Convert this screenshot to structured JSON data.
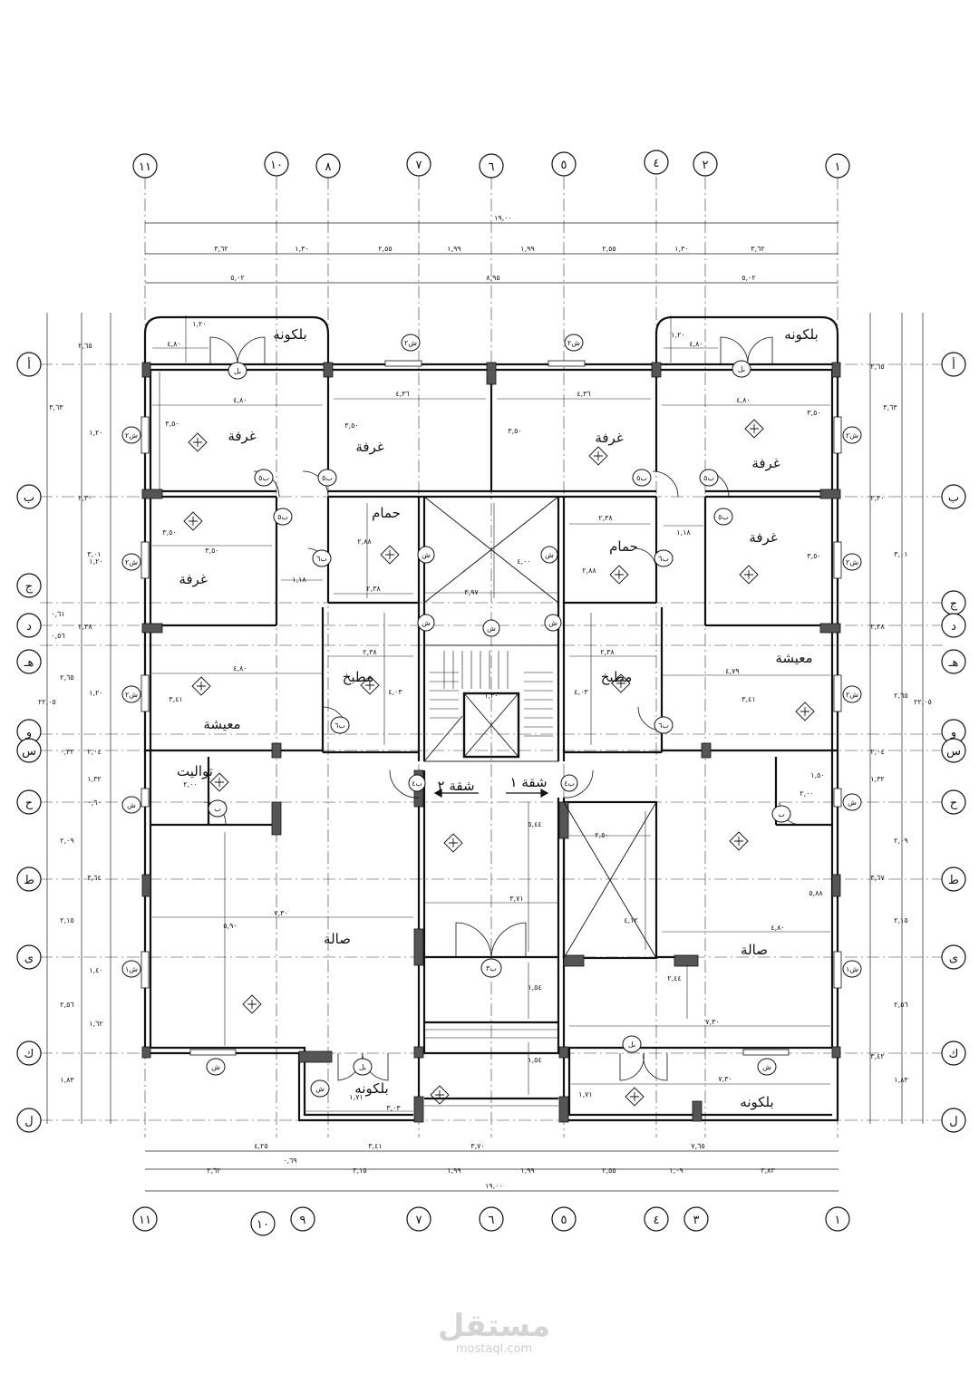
{
  "grid": {
    "top": [
      "١١",
      "١٠",
      "٨",
      "٧",
      "٦",
      "٥",
      "٤",
      "٢",
      "١"
    ],
    "bottom": [
      "١١",
      "١٠",
      "٩",
      "٧",
      "٦",
      "٥",
      "٤",
      "٣",
      "١"
    ],
    "sides": [
      "أ",
      "ب",
      "ج",
      "د",
      "هـ",
      "و",
      "س",
      "ح",
      "ط",
      "ى",
      "ك",
      "ل"
    ]
  },
  "dims": {
    "overall_top": "١٩,٠٠",
    "row1": [
      "٣,٦٢",
      "١,٣٠",
      "٢,٥٥",
      "١,٩٩",
      "١,٩٩",
      "٢,٥٥",
      "١,٣٠",
      "٣,٦٢"
    ],
    "row2": [
      "٥,٠٢",
      "٨,٩٥",
      "٥,٠٢"
    ],
    "bottom_row1": [
      "٤,٢٥",
      "٣,٤١",
      "٣,٧٠",
      "٧,٦٥"
    ],
    "bottom_row2": [
      "٣,٦٢",
      "٣,١٥",
      "١,٩٩",
      "١,٩٩",
      "٢,٥٥",
      "١,٠٩",
      "٣,٨٣"
    ],
    "bottom_small": "٠,٦٩",
    "overall_bottom": "١٩,٠٠",
    "left_col": [
      "٢,٦٥",
      "٢,٣٠",
      "٢,٣٨",
      "٢,٦٥",
      "٢,٠٤",
      "١,٣٢",
      "٢,٠٩",
      "٢,١٥",
      "٢,٥٦",
      "١,٨٣"
    ],
    "left_col_b": [
      "٣,٦٣",
      "٣,٠١",
      "٣,٦٤"
    ],
    "left_small": [
      "٠,٦١",
      "٠,٥٦",
      "٠,٣٢",
      "٠,٦٠"
    ],
    "left_inner": [
      "١,٢٠",
      "١,٢٠",
      "١,٢٠",
      "١,٤٠",
      "١,٦٢"
    ],
    "left_total": "٢٢,٠٥",
    "right_col": [
      "٢,٦٥",
      "٢,٣٠",
      "٢,٣٨",
      "٢,٦٥",
      "٢,٠٤",
      "١,٣٢",
      "٢,٠٩",
      "٢,١٥",
      "٢,٥٦",
      "١,٨٣"
    ],
    "right_col_b": [
      "٣,٦٣",
      "٣,٠١",
      "٣,٦٧",
      "٣,٤٢"
    ],
    "right_total": "٢٢,٠٥"
  },
  "rooms": {
    "balcony": "بلكونه",
    "room": "غرفة",
    "bath": "حمام",
    "kitchen": "مطبخ",
    "living": "معيشة",
    "toilet": "تواليت",
    "hall": "صالة",
    "apt1": "شقة ١",
    "apt2": "شقة ٢"
  },
  "room_dims": {
    "balc_w": "٤,٨٠",
    "balc_d": "١,٢٠",
    "room_w": "٤,٨٠",
    "room_d": "٣,٥٠",
    "room2_w": "٤,٣٦",
    "room2_d": "٣,٥٠",
    "room3_w": "٣,٥٠",
    "bath_w": "٢,٣٨",
    "bath_d": "٢,٨٨",
    "corr": "١,١٨",
    "stair_w": "٣,٩٧",
    "stair_d": "٤,٠٠",
    "kit_w": "٢,٣٨",
    "kit_d": "٤,٠٣",
    "liv_w": "٤,٨٠",
    "liv_w2": "٤,٧٩",
    "liv_d": "٣,٤١",
    "elev": "١,٣٠",
    "toilet_w": "٢,٠٠",
    "toilet_d": "١,٥٠",
    "lobby_d": "٥,٤٤",
    "hall_w": "٧,٣٠",
    "hall_d": "٥,٩٠",
    "hall_d2": "٥,٨٨",
    "lobby_w": "٣,٧١",
    "shaft_w": "٢,٥٠",
    "shaft_d": "٤,١٢",
    "entry_d": "١,٥٤",
    "entry_d2": "١,٥٤",
    "r_hall_w": "٤,٨٠",
    "r_hall_2": "٢,٤٤",
    "r_hall_w2": "٧,٣٠",
    "balc2_w": "١,٧١",
    "balc2_d": "٣,٠٣",
    "balc3_w": "٧,٣٠",
    "balc3_d": "١,٧١"
  },
  "tags": {
    "window": "ش",
    "window2": "ش٢",
    "window1": "ش١",
    "door": "ب",
    "door5": "ب٥",
    "door6": "ب٦",
    "door4": "ب٤",
    "door3": "ب٣",
    "balc_door": "بل",
    "lobby_door": "ب٣"
  },
  "watermark": {
    "ar": "مستقل",
    "en": "mostaql.com"
  }
}
